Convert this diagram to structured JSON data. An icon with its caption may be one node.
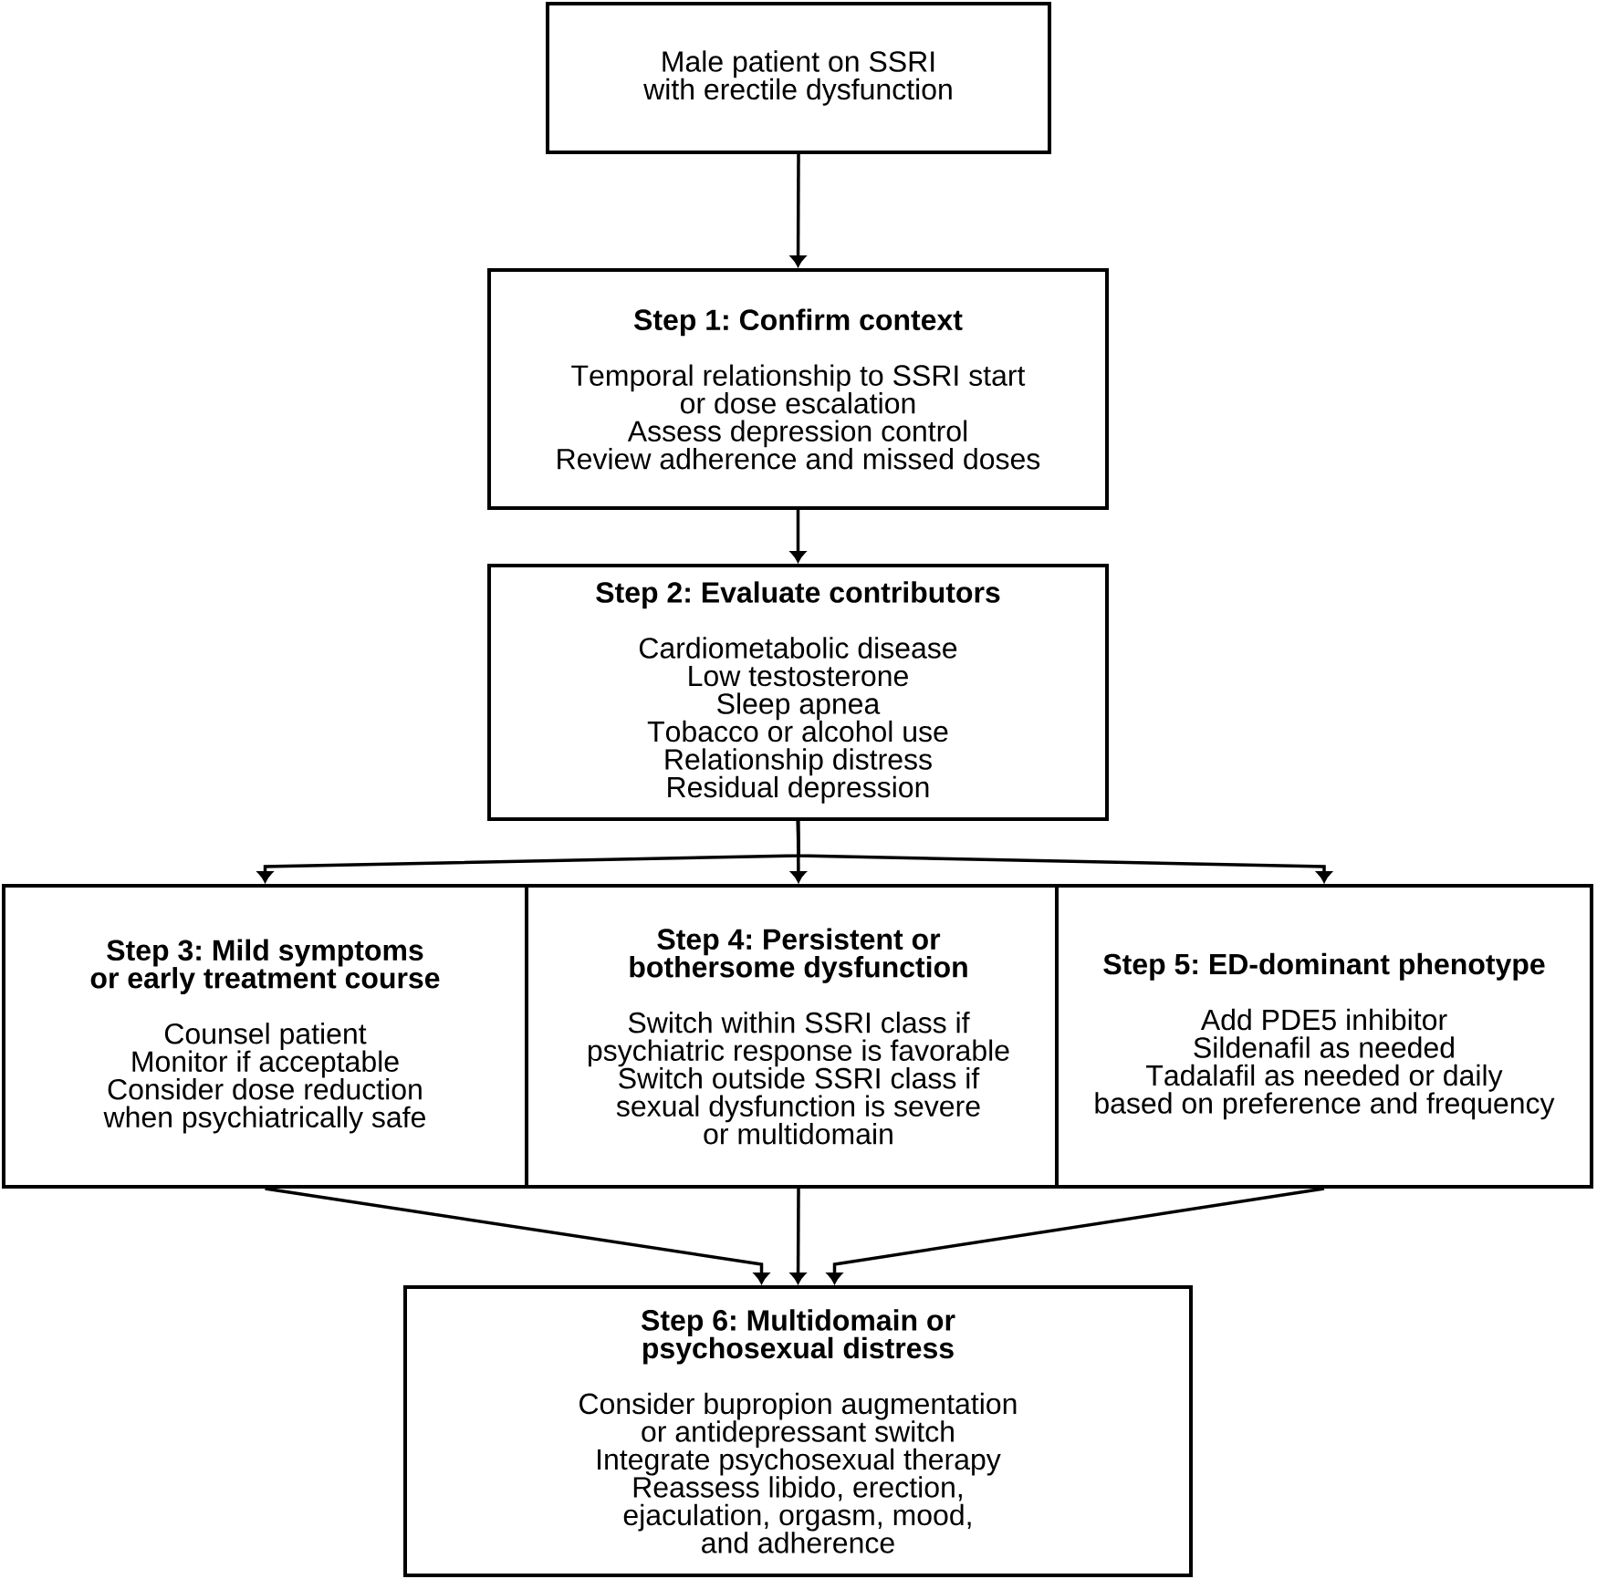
{
  "diagram": {
    "nodes": [
      {
        "text": [
          "Male patient on SSRI with erectile dysfunction"
        ]
      },
      {
        "text": [
          "Step 1: Confirm context",
          "Temporal relationship to SSRI start or dose escalation",
          "Assess depression control",
          "Review adherence and missed doses"
        ]
      },
      {
        "text": [
          "Step 2: Evaluate contributors",
          "Cardiometabolic disease",
          "Low testosterone",
          "Sleep apnea",
          "Tobacco or alcohol use",
          "Relationship distress",
          "Residual depression"
        ]
      },
      {
        "text": [
          "Step 3: Mild symptoms or early treatment course",
          "Counsel patient",
          "Monitor if acceptable",
          "Consider dose reduction when psychiatrically safe"
        ]
      },
      {
        "text": [
          "Step 4: Persistent or bothersome dysfunction",
          "Switch within SSRI class if psychiatric response is favorable",
          "Switch outside SSRI class if sexual dysfunction is severe or multidomain"
        ]
      },
      {
        "text": [
          "Step 5: ED-dominant phenotype",
          "Add PDE5 inhibitor",
          "Sildenafil as needed",
          "Tadalafil as needed or daily based on preference and frequency"
        ]
      },
      {
        "text": [
          "Step 6: Multidomain or psychosexual distress",
          "Consider bupropion augmentation or antidepressant switch",
          "Integrate psychosexual therapy",
          "Reassess libido, erection, ejaculation, orgasm, mood, and adherence"
        ]
      }
    ],
    "edges": [
      {
        "from": 0,
        "to": 1,
        "arrow": "to"
      },
      {
        "from": 1,
        "to": 2,
        "arrow": "to"
      },
      {
        "from": 2,
        "to": 3,
        "arrow": "to"
      },
      {
        "from": 2,
        "to": 4,
        "arrow": "to"
      },
      {
        "from": 2,
        "to": 5,
        "arrow": "to"
      },
      {
        "from": 3,
        "to": 6,
        "arrow": "to"
      },
      {
        "from": 4,
        "to": 6,
        "arrow": "to"
      },
      {
        "from": 5,
        "to": 6,
        "arrow": "to"
      }
    ]
  }
}
